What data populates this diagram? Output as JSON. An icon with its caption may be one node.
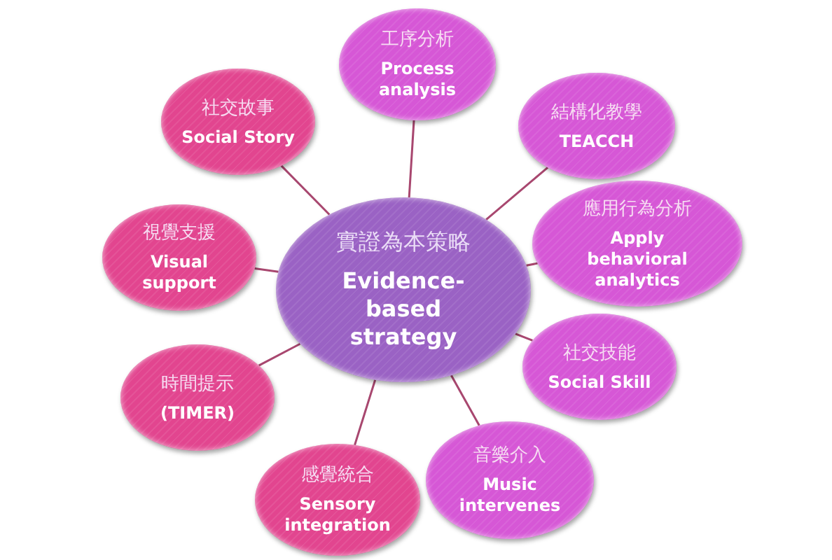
{
  "diagram": {
    "nodes": [
      {
        "text": [
          "實證為本策略",
          "Evidence-based strategy"
        ]
      },
      {
        "text": [
          "工序分析",
          "Process analysis"
        ]
      },
      {
        "text": [
          "結構化教學",
          "TEACCH"
        ]
      },
      {
        "text": [
          "應用行為分析",
          "Apply behavioral analytics"
        ]
      },
      {
        "text": [
          "社交技能",
          "Social Skill"
        ]
      },
      {
        "text": [
          "音樂介入",
          "Music intervenes"
        ]
      },
      {
        "text": [
          "感覺統合",
          "Sensory integration"
        ]
      },
      {
        "text": [
          "時間提示",
          "(TIMER)"
        ]
      },
      {
        "text": [
          "視覺支援",
          "Visual support"
        ]
      },
      {
        "text": [
          "社交故事",
          "Social Story"
        ]
      }
    ],
    "edges": [
      {
        "from": 0,
        "to": 1,
        "arrow": "none"
      },
      {
        "from": 0,
        "to": 2,
        "arrow": "none"
      },
      {
        "from": 0,
        "to": 3,
        "arrow": "none"
      },
      {
        "from": 0,
        "to": 4,
        "arrow": "none"
      },
      {
        "from": 0,
        "to": 5,
        "arrow": "none"
      },
      {
        "from": 0,
        "to": 6,
        "arrow": "none"
      },
      {
        "from": 0,
        "to": 7,
        "arrow": "none"
      },
      {
        "from": 0,
        "to": 8,
        "arrow": "none"
      },
      {
        "from": 0,
        "to": 9,
        "arrow": "none"
      }
    ]
  }
}
